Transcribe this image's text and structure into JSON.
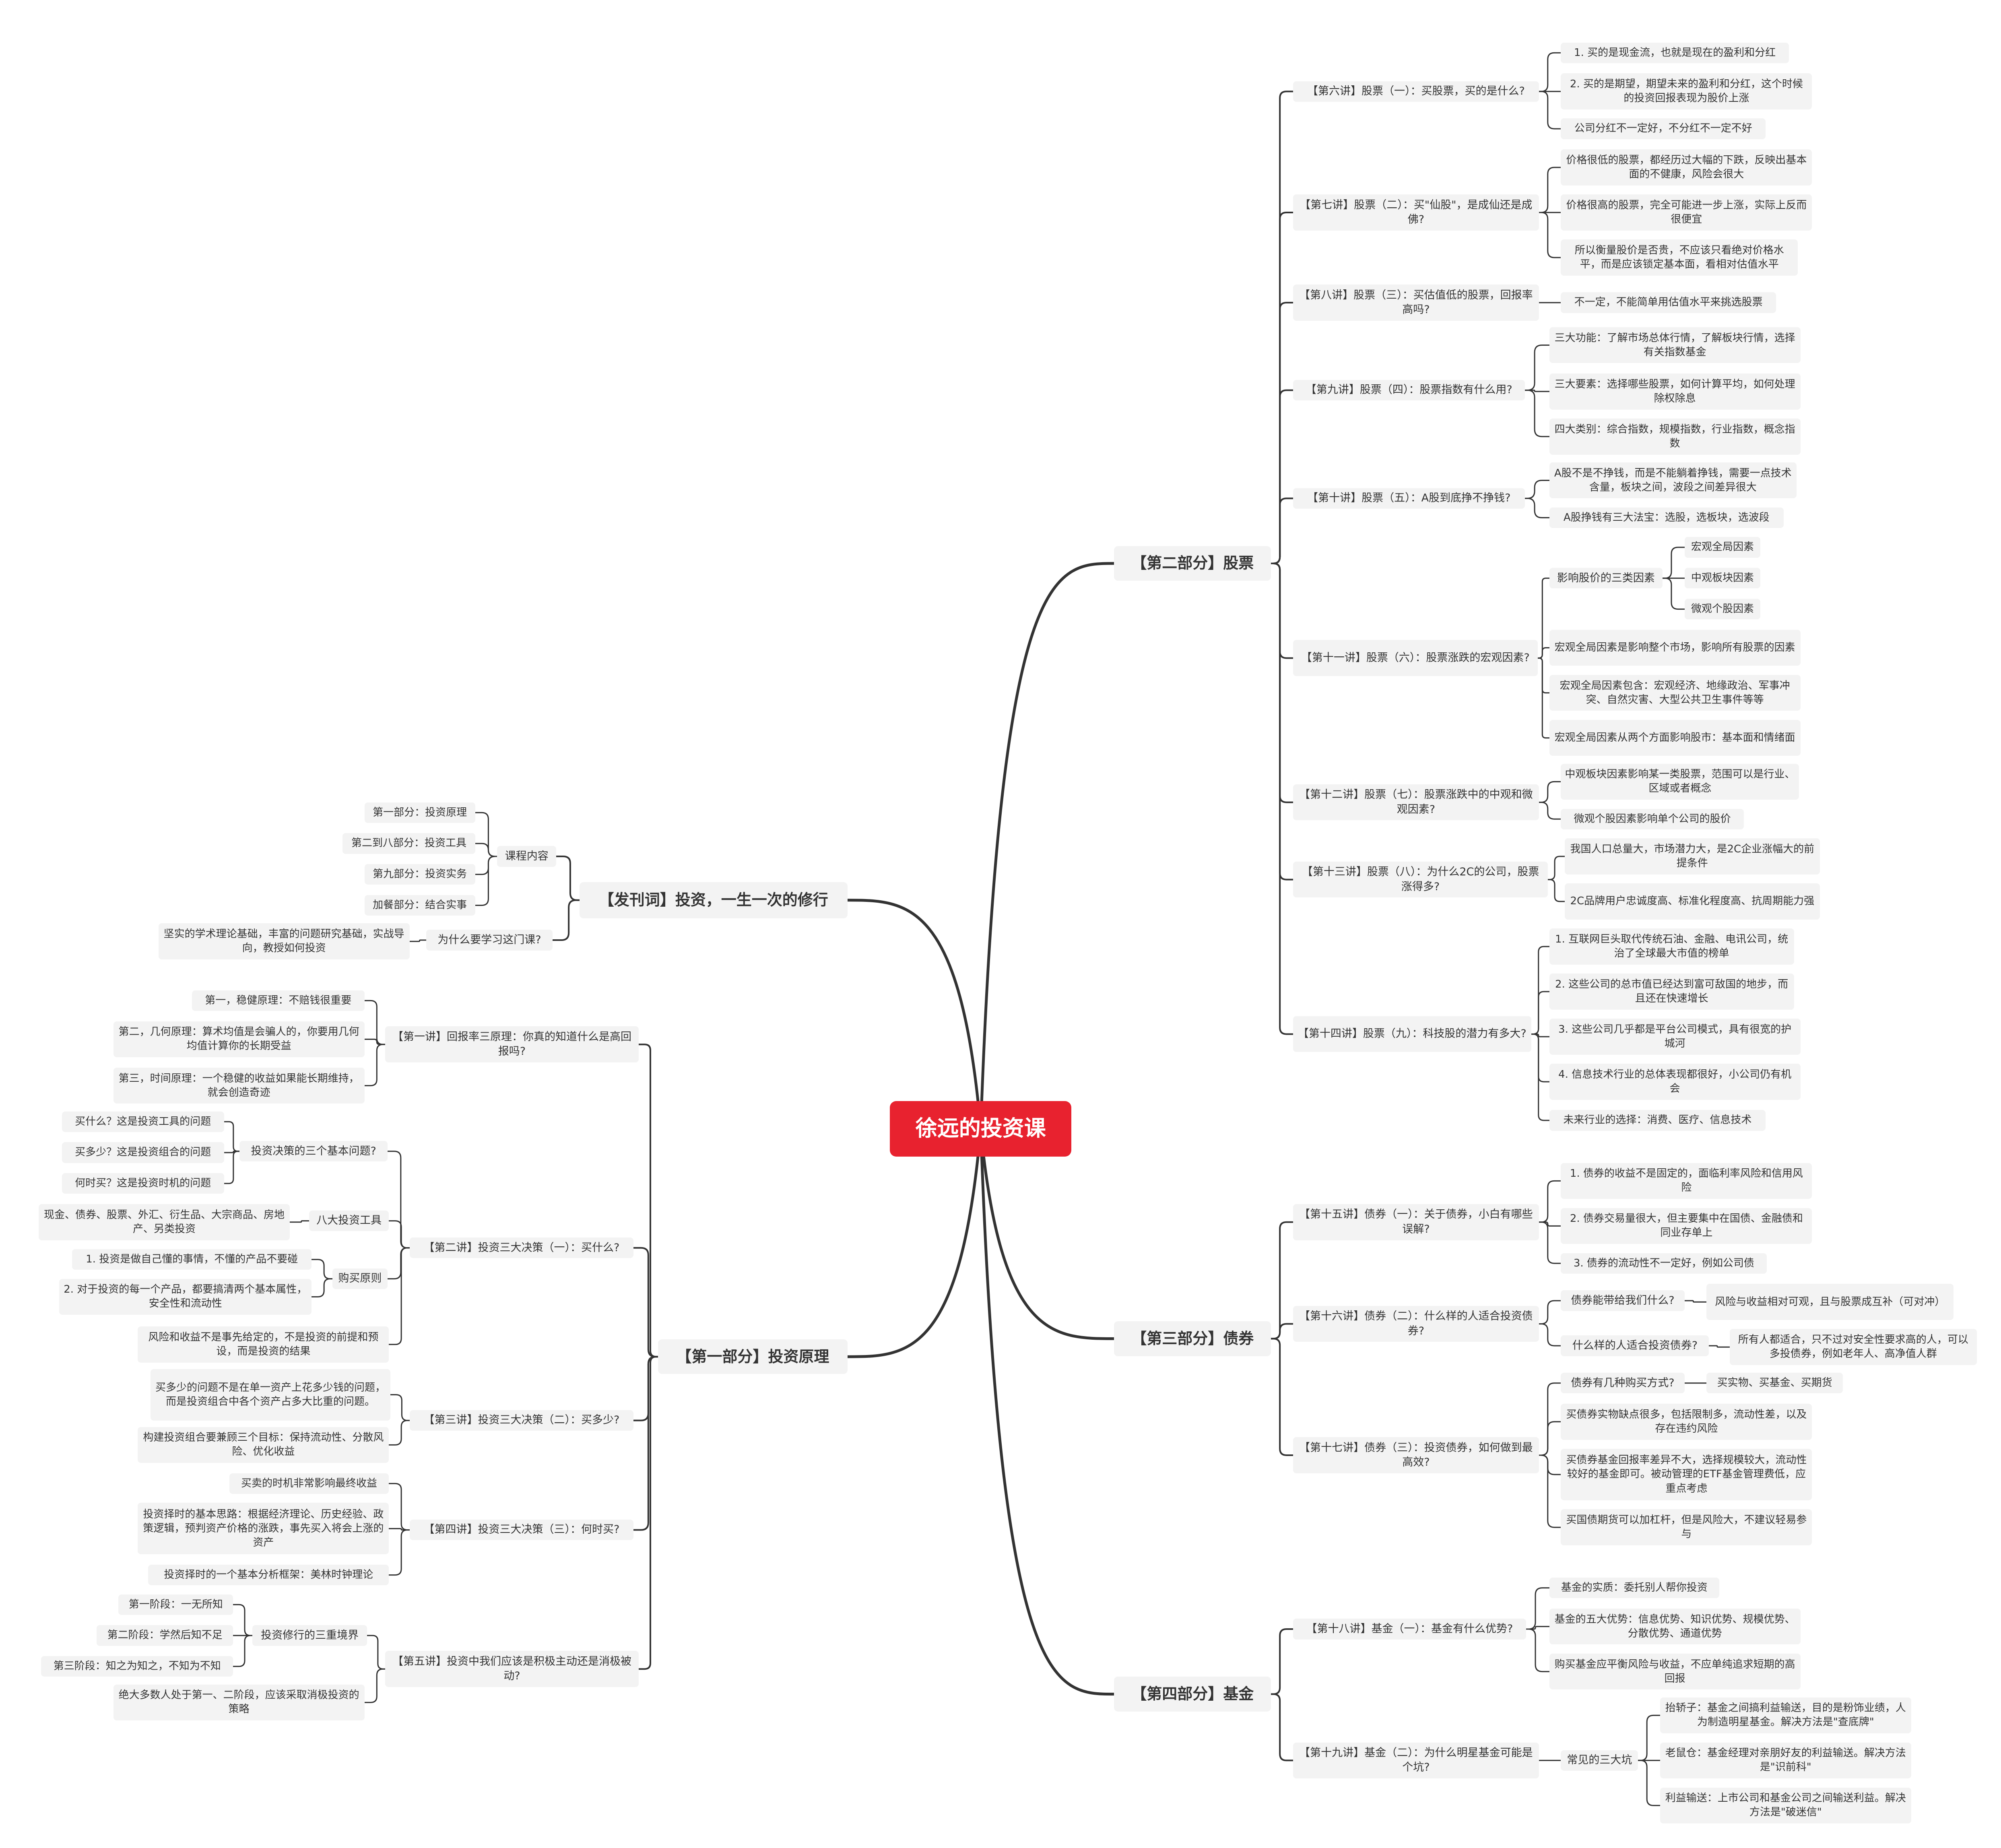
{
  "root": "徐远的投资课",
  "colors": {
    "root_bg": "#e8222f",
    "root_text": "#ffffff",
    "node_bg": "#f3f3f3",
    "line": "#333333",
    "text": "#333333"
  },
  "branches": {
    "b0": {
      "label": "【发刊词】投资，一生一次的修行",
      "c0": {
        "label": "课程内容",
        "k0": "第一部分：投资原理",
        "k1": "第二到八部分：投资工具",
        "k2": "第九部分：投资实务",
        "k3": "加餐部分：结合实事"
      },
      "c1": {
        "label": "为什么要学习这门课?",
        "k0": "坚实的学术理论基础，丰富的问题研究基础，实战导向，教授如何投资"
      }
    },
    "b1": {
      "label": "【第一部分】投资原理",
      "c0": {
        "label": "【第一讲】回报率三原理：你真的知道什么是高回报吗?",
        "k0": "第一，稳健原理：不赔钱很重要",
        "k1": "第二，几何原理：算术均值是会骗人的，你要用几何均值计算你的长期受益",
        "k2": "第三，时间原理：一个稳健的收益如果能长期维持，就会创造奇迹"
      },
      "c1": {
        "label": "【第二讲】投资三大决策（一）：买什么?",
        "k0": {
          "label": "投资决策的三个基本问题?",
          "g0": "买什么？这是投资工具的问题",
          "g1": "买多少？这是投资组合的问题",
          "g2": "何时买？这是投资时机的问题"
        },
        "k1": {
          "label": "八大投资工具",
          "g0": "现金、债券、股票、外汇、衍生品、大宗商品、房地产、另类投资"
        },
        "k2": {
          "label": "购买原则",
          "g0": "1. 投资是做自己懂的事情，不懂的产品不要碰",
          "g1": "2. 对于投资的每一个产品，都要搞清两个基本属性，安全性和流动性"
        },
        "k3": "风险和收益不是事先给定的，不是投资的前提和预设，而是投资的结果"
      },
      "c2": {
        "label": "【第三讲】投资三大决策（二）：买多少?",
        "k0": "买多少的问题不是在单一资产上花多少钱的问题，而是投资组合中各个资产占多大比重的问题。",
        "k1": "构建投资组合要兼顾三个目标：保持流动性、分散风险、优化收益"
      },
      "c3": {
        "label": "【第四讲】投资三大决策（三）：何时买?",
        "k0": "买卖的时机非常影响最终收益",
        "k1": "投资择时的基本思路：根据经济理论、历史经验、政策逻辑，预判资产价格的涨跌，事先买入将会上涨的资产",
        "k2": "投资择时的一个基本分析框架：美林时钟理论"
      },
      "c4": {
        "label": "【第五讲】投资中我们应该是积极主动还是消极被动?",
        "k0": {
          "label": "投资修行的三重境界",
          "g0": "第一阶段：一无所知",
          "g1": "第二阶段：学然后知不足",
          "g2": "第三阶段：知之为知之，不知为不知"
        },
        "k1": "绝大多数人处于第一、二阶段，应该采取消极投资的策略"
      }
    },
    "b2": {
      "label": "【第二部分】股票",
      "c0": {
        "label": "【第六讲】股票（一）：买股票，买的是什么?",
        "k0": "1. 买的是现金流，也就是现在的盈利和分红",
        "k1": "2. 买的是期望，期望未来的盈利和分红，这个时候的投资回报表现为股价上涨",
        "k2": "公司分红不一定好，不分红不一定不好"
      },
      "c1": {
        "label": "【第七讲】股票（二）：买\"仙股\"，是成仙还是成佛?",
        "k0": "价格很低的股票，都经历过大幅的下跌，反映出基本面的不健康，风险会很大",
        "k1": "价格很高的股票，完全可能进一步上涨，实际上反而很便宜",
        "k2": "所以衡量股价是否贵，不应该只看绝对价格水平，而是应该锁定基本面，看相对估值水平"
      },
      "c2": {
        "label": "【第八讲】股票（三）：买估值低的股票，回报率高吗?",
        "k0": "不一定，不能简单用估值水平来挑选股票"
      },
      "c3": {
        "label": "【第九讲】股票（四）：股票指数有什么用?",
        "k0": "三大功能：了解市场总体行情，了解板块行情，选择有关指数基金",
        "k1": "三大要素：选择哪些股票，如何计算平均，如何处理除权除息",
        "k2": "四大类别：综合指数，规模指数，行业指数，概念指数"
      },
      "c4": {
        "label": "【第十讲】股票（五）：A股到底挣不挣钱?",
        "k0": "A股不是不挣钱，而是不能躺着挣钱，需要一点技术含量，板块之间，波段之间差异很大",
        "k1": "A股挣钱有三大法宝：选股，选板块，选波段"
      },
      "c5": {
        "label": "【第十一讲】股票（六）：股票涨跌的宏观因素?",
        "k0": {
          "label": "影响股价的三类因素",
          "g0": "宏观全局因素",
          "g1": "中观板块因素",
          "g2": "微观个股因素"
        },
        "k1": "宏观全局因素是影响整个市场，影响所有股票的因素",
        "k2": "宏观全局因素包含：宏观经济、地缘政治、军事冲突、自然灾害、大型公共卫生事件等等",
        "k3": "宏观全局因素从两个方面影响股市：基本面和情绪面"
      },
      "c6": {
        "label": "【第十二讲】股票（七）：股票涨跌中的中观和微观因素?",
        "k0": "中观板块因素影响某一类股票，范围可以是行业、区域或者概念",
        "k1": "微观个股因素影响单个公司的股价"
      },
      "c7": {
        "label": "【第十三讲】股票（八）：为什么2C的公司，股票涨得多?",
        "k0": "我国人口总量大，市场潜力大，是2C企业涨幅大的前提条件",
        "k1": "2C品牌用户忠诚度高、标准化程度高、抗周期能力强"
      },
      "c8": {
        "label": "【第十四讲】股票（九）：科技股的潜力有多大?",
        "k0": "1. 互联网巨头取代传统石油、金融、电讯公司，统治了全球最大市值的榜单",
        "k1": "2. 这些公司的总市值已经达到富可敌国的地步，而且还在快速增长",
        "k2": "3. 这些公司几乎都是平台公司模式，具有很宽的护城河",
        "k3": "4. 信息技术行业的总体表现都很好，小公司仍有机会",
        "k4": "未来行业的选择：消费、医疗、信息技术"
      }
    },
    "b3": {
      "label": "【第三部分】债券",
      "c0": {
        "label": "【第十五讲】债券（一）：关于债券，小白有哪些误解?",
        "k0": "1. 债券的收益不是固定的，面临利率风险和信用风险",
        "k1": "2. 债券交易量很大，但主要集中在国债、金融债和同业存单上",
        "k2": "3. 债券的流动性不一定好，例如公司债"
      },
      "c1": {
        "label": "【第十六讲】债券（二）：什么样的人适合投资债券?",
        "k0": {
          "label": "债券能带给我们什么?",
          "g0": "风险与收益相对可观，且与股票成互补（可对冲）"
        },
        "k1": {
          "label": "什么样的人适合投资债券?",
          "g0": "所有人都适合，只不过对安全性要求高的人，可以多投债券，例如老年人、高净值人群"
        }
      },
      "c2": {
        "label": "【第十七讲】债券（三）：投资债券，如何做到最高效?",
        "k0": {
          "label": "债券有几种购买方式?",
          "g0": "买实物、买基金、买期货"
        },
        "k1": "买债券实物缺点很多，包括限制多，流动性差，以及存在违约风险",
        "k2": "买债券基金回报率差异不大，选择规模较大，流动性较好的基金即可。被动管理的ETF基金管理费低，应重点考虑",
        "k3": "买国债期货可以加杠杆，但是风险大，不建议轻易参与"
      }
    },
    "b4": {
      "label": "【第四部分】基金",
      "c0": {
        "label": "【第十八讲】基金（一）：基金有什么优势?",
        "k0": "基金的实质：委托别人帮你投资",
        "k1": "基金的五大优势：信息优势、知识优势、规模优势、分散优势、通道优势",
        "k2": "购买基金应平衡风险与收益，不应单纯追求短期的高回报"
      },
      "c1": {
        "label": "【第十九讲】基金（二）：为什么明星基金可能是个坑?",
        "k0": {
          "label": "常见的三大坑",
          "g0": "抬轿子：基金之间搞利益输送，目的是粉饰业绩，人为制造明星基金。解决方法是\"查底牌\"",
          "g1": "老鼠仓：基金经理对亲朋好友的利益输送。解决方法是\"识前科\"",
          "g2": "利益输送：上市公司和基金公司之间输送利益。解决方法是\"破迷信\""
        }
      }
    }
  }
}
